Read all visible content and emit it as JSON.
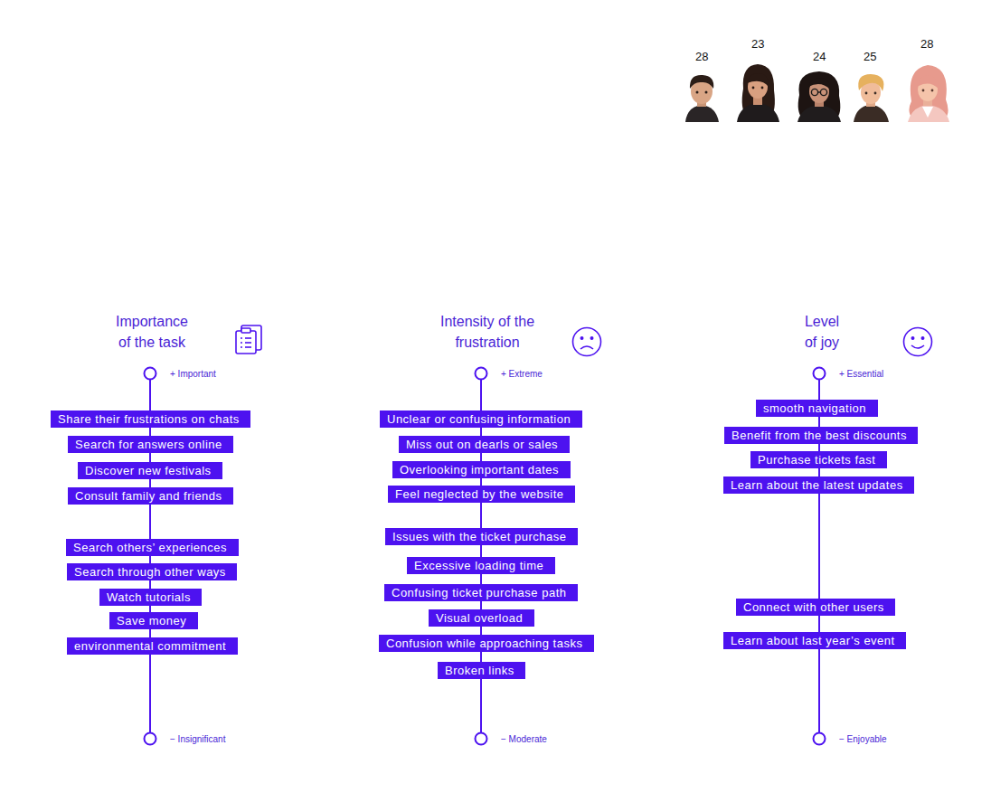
{
  "diagram": {
    "nodes": [
      {
        "text": [
          "Share their frustrations on chats"
        ]
      },
      {
        "text": [
          "Search for answers online"
        ]
      },
      {
        "text": [
          "Discover new festivals"
        ]
      },
      {
        "text": [
          "Consult family and friends"
        ]
      },
      {
        "text": [
          "Search others’ experiences"
        ]
      },
      {
        "text": [
          "Search through other ways"
        ]
      },
      {
        "text": [
          "Watch tutorials"
        ]
      },
      {
        "text": [
          "Save money"
        ]
      },
      {
        "text": [
          "environmental commitment"
        ]
      },
      {
        "text": [
          "Unclear or confusing information"
        ]
      },
      {
        "text": [
          "Miss out on dearls or sales"
        ]
      },
      {
        "text": [
          "Overlooking important dates"
        ]
      },
      {
        "text": [
          "Feel neglected by the website"
        ]
      },
      {
        "text": [
          "Issues with the ticket purchase"
        ]
      },
      {
        "text": [
          "Excessive loading time"
        ]
      },
      {
        "text": [
          "Confusing ticket purchase path"
        ]
      },
      {
        "text": [
          "Visual overload"
        ]
      },
      {
        "text": [
          "Confusion while approaching tasks"
        ]
      },
      {
        "text": [
          "Broken links"
        ]
      },
      {
        "text": [
          "smooth navigation"
        ]
      },
      {
        "text": [
          "Benefit from the best discounts"
        ]
      },
      {
        "text": [
          "Purchase tickets fast"
        ]
      },
      {
        "text": [
          "Learn about the latest updates"
        ]
      },
      {
        "text": [
          "Connect with other users"
        ]
      },
      {
        "text": [
          "Learn about last year’s event"
        ]
      }
    ],
    "labels": [
      "Importance of the task",
      "Intensity of the frustration",
      "Level of joy",
      "+ Important",
      "− Insignificant",
      "+ Extreme",
      "− Moderate",
      "+ Essential",
      "− Enjoyable",
      "28",
      "23",
      "24",
      "25",
      "28"
    ]
  }
}
